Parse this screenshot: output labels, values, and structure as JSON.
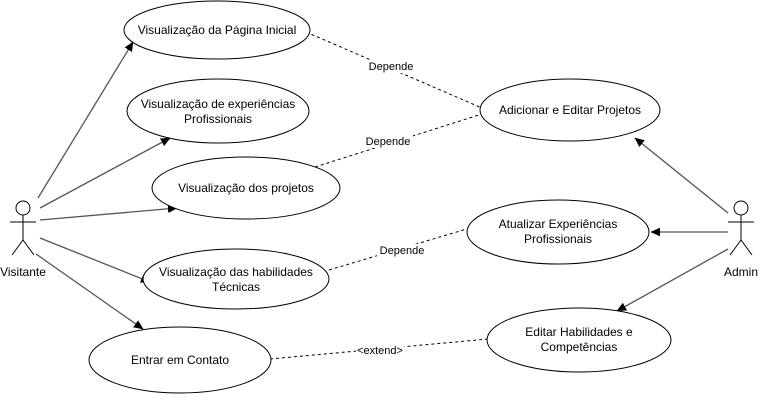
{
  "actors": {
    "visitante": "Visitante",
    "admin": "Admin"
  },
  "use_cases": {
    "pagina_inicial": [
      "Visualização da Página Inicial"
    ],
    "experiencias": [
      "Visualização de experiências",
      "Profissionais"
    ],
    "projetos": [
      "Visualização dos projetos"
    ],
    "habilidades": [
      "Visualização das habilidades",
      "Técnicas"
    ],
    "contato": [
      "Entrar em Contato"
    ],
    "adicionar_projetos": [
      "Adicionar e Editar Projetos"
    ],
    "atualizar_experiencias": [
      "Atualizar Experiências",
      "Profissionais"
    ],
    "editar_habilidades": [
      "Editar Habilidades e",
      "Competências"
    ]
  },
  "relations": {
    "depende_1": "Depende",
    "depende_2": "Depende",
    "depende_3": "Depende",
    "extend": "<extend>"
  }
}
